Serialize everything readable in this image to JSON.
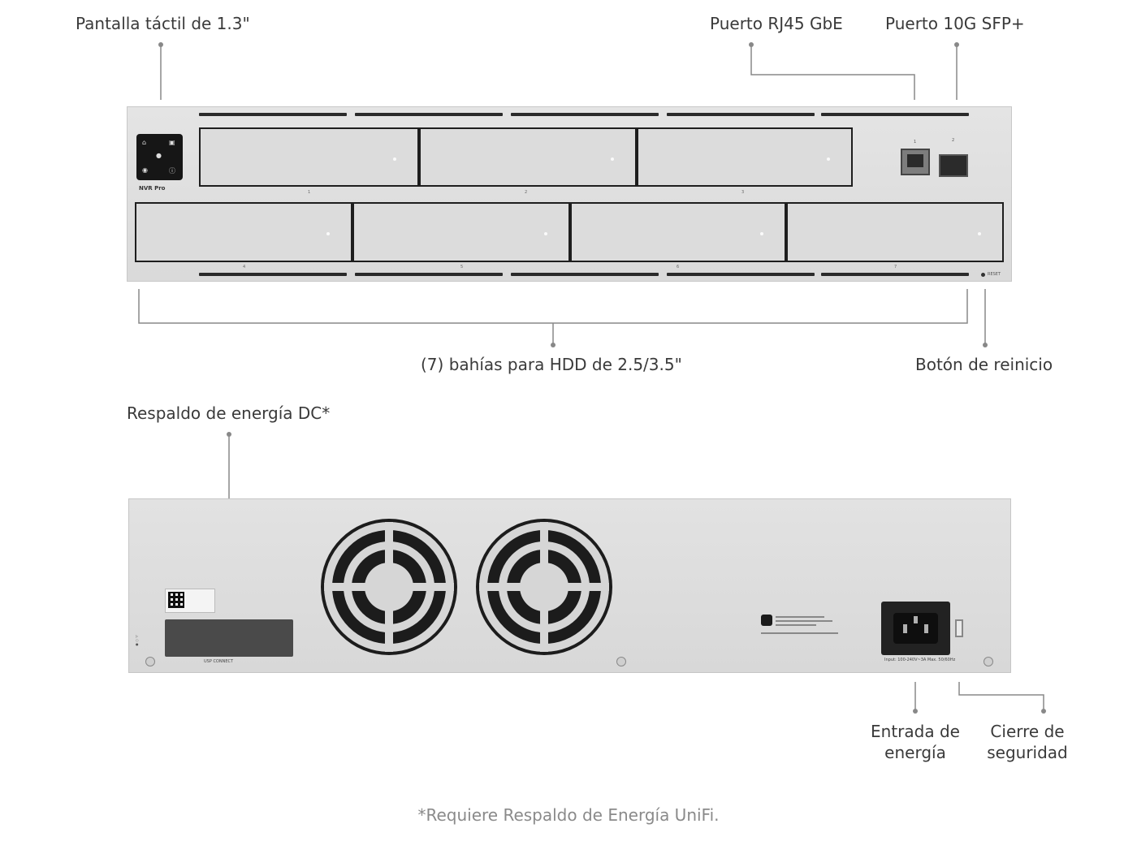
{
  "front_callouts": {
    "touchscreen": "Pantalla táctil de 1.3\"",
    "rj45": "Puerto RJ45 GbE",
    "sfp": "Puerto 10G SFP+",
    "bays": "(7) bahías para HDD de 2.5/3.5\"",
    "reset": "Botón de reinicio"
  },
  "rear_callouts": {
    "dc_backup": "Respaldo de energía DC*",
    "power_in_line1": "Entrada de",
    "power_in_line2": "energía",
    "lock_line1": "Cierre de",
    "lock_line2": "seguridad"
  },
  "device": {
    "model": "NVR Pro",
    "bays": [
      "1",
      "2",
      "3",
      "4",
      "5",
      "6",
      "7"
    ],
    "port_rj45": "1",
    "port_sfp": "2",
    "reset_label": "RESET",
    "usp_label": "USP CONNECT",
    "power_rating": "Input: 100-240V~3A Max. 50/60Hz"
  },
  "footnote": "*Requiere Respaldo de Energía UniFi."
}
